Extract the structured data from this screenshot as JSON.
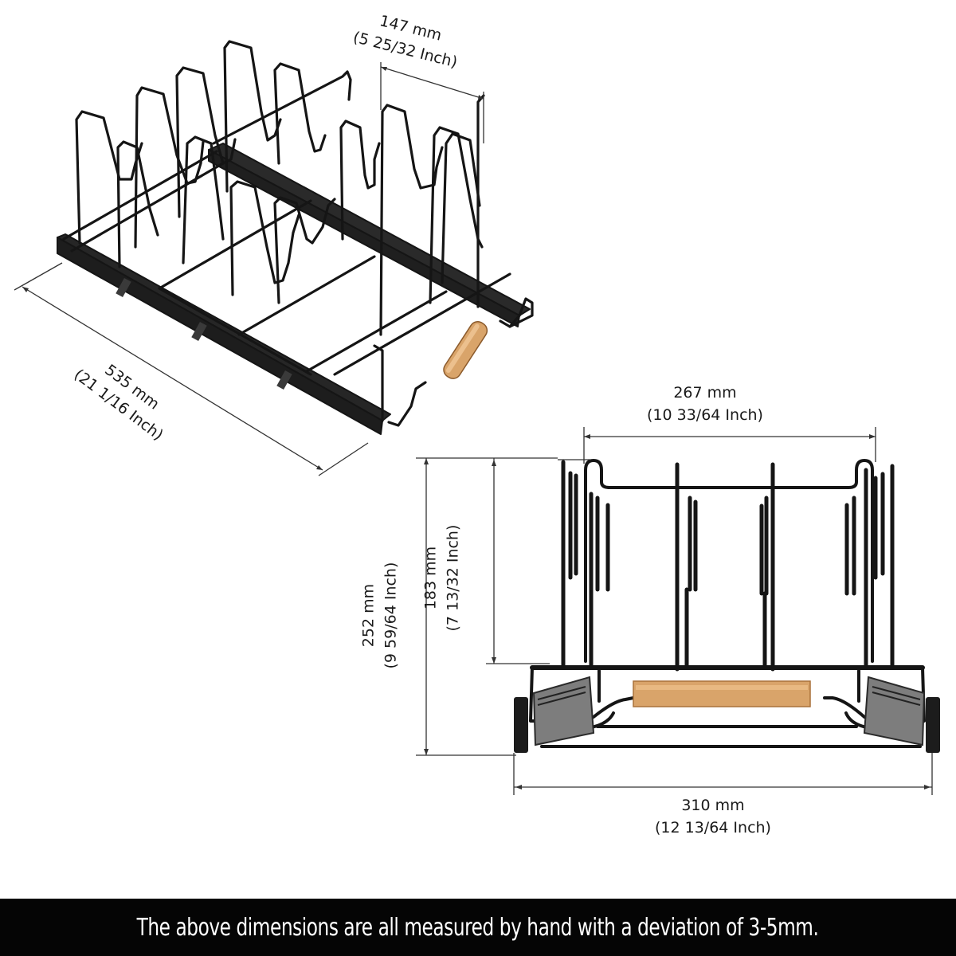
{
  "figure": {
    "subject": "pull-out pot lid / pan organizer rack",
    "views": [
      {
        "name": "isometric-view"
      },
      {
        "name": "front-view"
      }
    ],
    "colors": {
      "wire": "#151515",
      "rail": "#2a2a2a",
      "rail_highlight": "#8a8a8a",
      "wood_handle": "#d9a46a",
      "dimension_line": "#333333",
      "background": "#ffffff",
      "footer_bg": "#050505",
      "footer_text": "#ffffff"
    }
  },
  "dimensions": {
    "divider_spacing": {
      "mm": "147 mm",
      "inch": "(5 25/32 Inch)"
    },
    "length": {
      "mm": "535 mm",
      "inch": "(21 1/16 Inch)"
    },
    "inner_width": {
      "mm": "267 mm",
      "inch": "(10 33/64 Inch)"
    },
    "total_height": {
      "mm": "252 mm",
      "inch": "(9 59/64 Inch)"
    },
    "divider_height": {
      "mm": "183 mm",
      "inch": "(7 13/32 Inch)"
    },
    "total_width": {
      "mm": "310 mm",
      "inch": "(12 13/64 Inch)"
    }
  },
  "footer": {
    "note": "The above dimensions are all measured by hand with a deviation of 3-5mm."
  }
}
